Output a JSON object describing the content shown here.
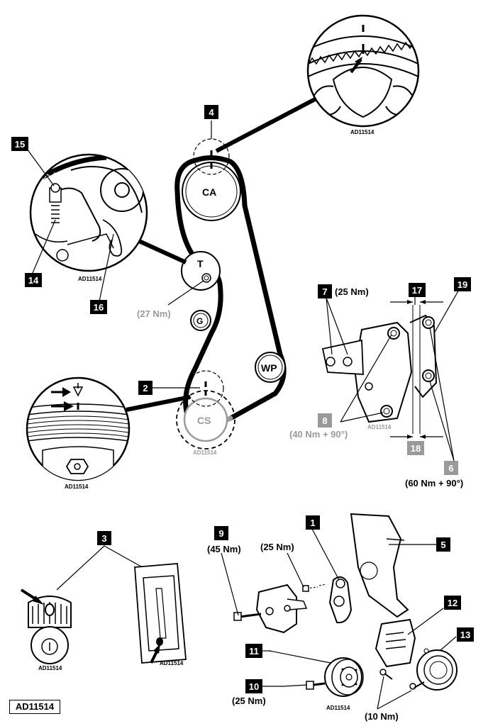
{
  "callouts": {
    "c1": "1",
    "c2": "2",
    "c3": "3",
    "c4": "4",
    "c5": "5",
    "c6": "6",
    "c7": "7",
    "c8": "8",
    "c9": "9",
    "c10": "10",
    "c11": "11",
    "c12": "12",
    "c13": "13",
    "c14": "14",
    "c15": "15",
    "c16": "16",
    "c17": "17",
    "c18": "18",
    "c19": "19"
  },
  "pulleys": {
    "camshaft": "CA",
    "tensioner": "T",
    "guide": "G",
    "water_pump": "WP",
    "crankshaft": "CS"
  },
  "torques": {
    "tensioner_bolt": "(27 Nm)",
    "bracket_7": "(25 Nm)",
    "bolt_8": "(40 Nm + 90°)",
    "bolt_6": "(60 Nm + 90°)",
    "bolt_9": "(45 Nm)",
    "bolt_tensioner_mount": "(25 Nm)",
    "bolt_10": "(25 Nm)",
    "bolt_cover": "(10 Nm)"
  },
  "codes": {
    "c_cam_detail": "AD11514",
    "c_tens_detail": "AD11514",
    "c_crank_detail": "AD11514",
    "c_main": "AD11514",
    "c_bracket": "AD11514",
    "c_sprocket": "AD11514",
    "c_flywheel": "AD11514",
    "c_pulley": "AD11514",
    "reference": "AD11514"
  },
  "colors": {
    "ink": "#000000",
    "grey": "#9a9a9a",
    "paper": "#ffffff"
  }
}
